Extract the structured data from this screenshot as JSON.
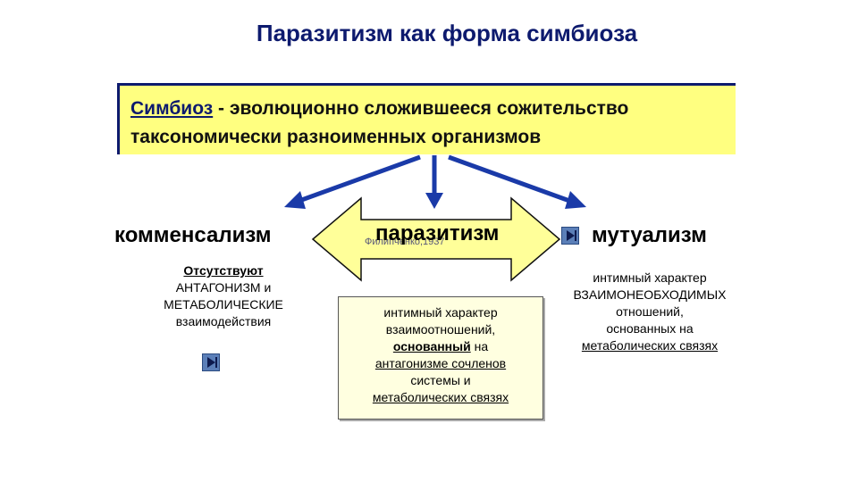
{
  "title": "Паразитизм как форма симбиоза",
  "definition": {
    "term": "Симбиоз",
    "dash": " - ",
    "line1_rest": "эволюционно сложившееся сожительство",
    "line2": "таксономически разноименных организмов"
  },
  "branches": {
    "commensalism": {
      "heading": "комменсализм",
      "lines": [
        "Отсутствуют",
        "АНТАГОНИЗМ и",
        "МЕТАБОЛИЧЕСКИЕ",
        "взаимодействия"
      ]
    },
    "parasitism": {
      "heading": "паразитизм",
      "caption": "Филипченко,1937",
      "lines": [
        "интимный характер",
        "взаимоотношений,",
        "основанный",
        " на",
        "антагонизме сочленов",
        "системы и",
        "метаболических связях"
      ]
    },
    "mutualism": {
      "heading": "мутуализм",
      "lines": [
        "интимный характер",
        "ВЗАИМОНЕОБХОДИМЫХ",
        "отношений,",
        "основанных на",
        "метаболических связях"
      ]
    }
  },
  "icons": {
    "nav_left": "play-next-icon",
    "nav_right": "play-next-icon"
  },
  "colors": {
    "title": "#0d1a6e",
    "definition_bg": "#ffff80",
    "arrow_blue": "#1a3aa8",
    "arrow_yellow": "#ffff99",
    "nav_button": "#5b7fb8"
  }
}
